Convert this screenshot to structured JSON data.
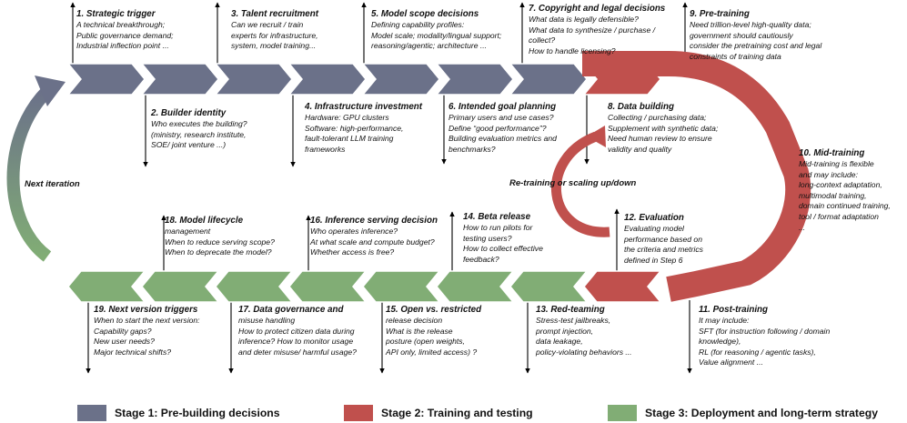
{
  "colors": {
    "stage1": "#6b7189",
    "stage2": "#c0504d",
    "stage3": "#81ad75"
  },
  "steps": [
    {
      "title": "1. Strategic trigger",
      "lines": [
        "A technical breakthrough;",
        "Public governance demand;",
        "Industrial inflection point ..."
      ]
    },
    {
      "title": "2. Builder identity",
      "lines": [
        "Who executes the building?",
        "(ministry, research institute,",
        "SOE/ joint venture ...)"
      ]
    },
    {
      "title": "3. Talent recruitment",
      "lines": [
        "Can we recruit / train",
        "experts for infrastructure,",
        "system, model training..."
      ]
    },
    {
      "title": "4. Infrastructure investment",
      "lines": [
        "Hardware: GPU clusters",
        "Software:  high-performance,",
        "fault-tolerant LLM training",
        "frameworks"
      ]
    },
    {
      "title": "5. Model scope decisions",
      "lines": [
        "Defining capability profiles:",
        "Model scale; modality/lingual support;",
        "reasoning/agentic; architecture ..."
      ]
    },
    {
      "title": "6. Intended goal planning",
      "lines": [
        "Primary users and use cases?",
        "Define  “good performance”?",
        "Building evaluation metrics and",
        "benchmarks?"
      ]
    },
    {
      "title": "7. Copyright and legal decisions",
      "lines": [
        "What data is legally defensible?",
        "What  data to synthesize / purchase /",
        "collect?",
        "How to handle licensing?"
      ]
    },
    {
      "title": "8. Data building",
      "lines": [
        "Collecting / purchasing data;",
        "Supplement with synthetic data;",
        "Need human review to ensure",
        "validity and quality"
      ]
    },
    {
      "title": "9. Pre-training",
      "lines": [
        "Need trillion-level high-quality data;",
        "government should  cautiously",
        "consider the pretraining cost and legal",
        "constraints of training data"
      ]
    },
    {
      "title": "10. Mid-training",
      "lines": [
        "Mid-training is flexible",
        "and may include:",
        "long-context adaptation,",
        "multimodal training,",
        "domain continued training,",
        "tool / format adaptation",
        "..."
      ]
    },
    {
      "title": "11. Post-training",
      "lines": [
        "It may include:",
        "SFT (for instruction following / domain",
        "knowledge),",
        "RL (for reasoning / agentic tasks),",
        "Value alignment ..."
      ]
    },
    {
      "title": "12. Evaluation",
      "lines": [
        "Evaluating model",
        "performance based on",
        "the criteria and metrics",
        "defined in Step 6"
      ]
    },
    {
      "title": "13. Red-teaming",
      "lines": [
        "Stress-test jailbreaks,",
        "prompt injection,",
        "data leakage,",
        "policy-violating behaviors ..."
      ]
    },
    {
      "title": "14. Beta release",
      "lines": [
        "How to run pilots for",
        "testing users?",
        "How to collect effective",
        "feedback?"
      ]
    },
    {
      "title": "15. Open vs. restricted",
      "lines": [
        "release decision",
        "What is the release",
        "posture (open weights,",
        "API only, limited access) ?"
      ]
    },
    {
      "title": "16. Inference serving decision",
      "lines": [
        "Who operates inference?",
        "At what scale and compute budget?",
        "Whether access is free?"
      ]
    },
    {
      "title": "17. Data governance and",
      "lines": [
        "misuse handling",
        "How to protect citizen data during",
        "inference? How to monitor usage",
        "and deter misuse/ harmful usage?"
      ]
    },
    {
      "title": "18. Model lifecycle",
      "lines": [
        "management",
        "When to reduce serving scope?",
        "When to deprecate the model?"
      ]
    },
    {
      "title": "19. Next version triggers",
      "lines": [
        "When to start the next version:",
        "Capability gaps?",
        "New user needs?",
        "Major technical shifts?"
      ]
    }
  ],
  "labels": {
    "next_iteration": "Next iteration",
    "retraining": "Re-training or scaling up/down"
  },
  "legend": [
    {
      "label": "Stage 1: Pre-building decisions",
      "color": "#6b7189"
    },
    {
      "label": "Stage 2: Training and testing",
      "color": "#c0504d"
    },
    {
      "label": "Stage 3: Deployment and long-term strategy",
      "color": "#81ad75"
    }
  ]
}
